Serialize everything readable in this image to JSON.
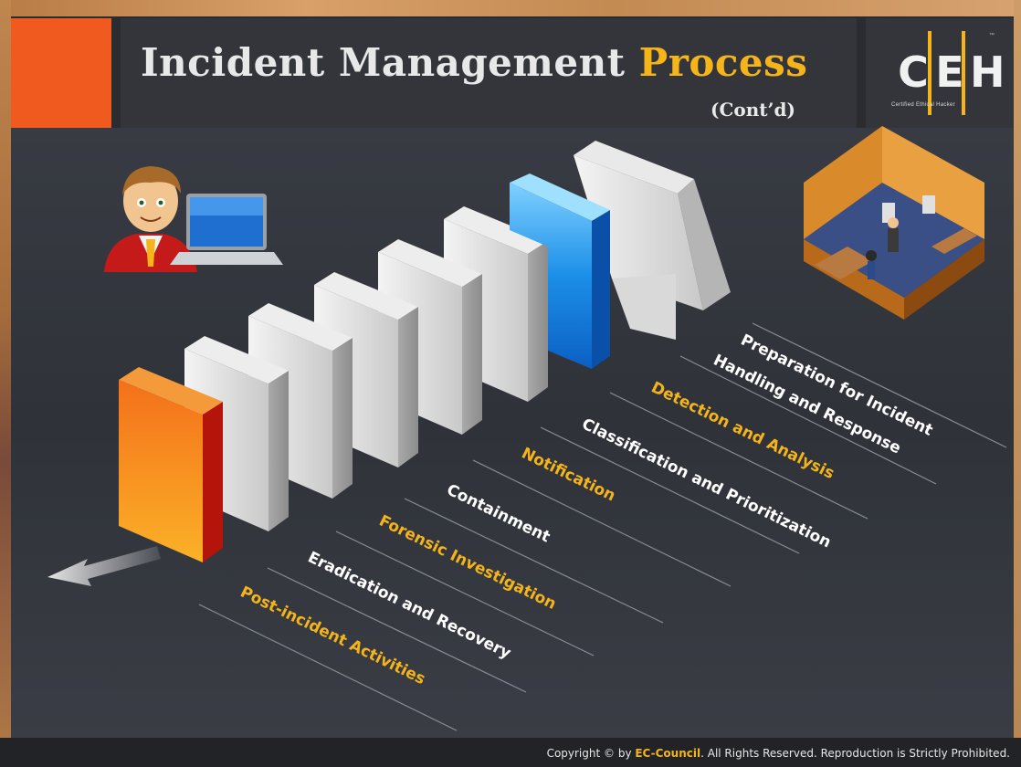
{
  "slide": {
    "title_main": "Incident Management ",
    "title_accent": "Process",
    "subtitle": "(Cont’d)"
  },
  "logo": {
    "letters": [
      "C",
      "E",
      "H"
    ],
    "tagline": "Certified   Ethical   Hacker",
    "trademark": "™"
  },
  "stages": [
    {
      "label": "Preparation for Incident",
      "color": "#ffffff"
    },
    {
      "label": "Handling and Response",
      "color": "#ffffff"
    },
    {
      "label": "Detection and Analysis",
      "color": "#f4b41a"
    },
    {
      "label": "Classification and Prioritization",
      "color": "#ffffff"
    },
    {
      "label": "Notification",
      "color": "#f4b41a"
    },
    {
      "label": "Containment",
      "color": "#ffffff"
    },
    {
      "label": "Forensic Investigation",
      "color": "#f4b41a"
    },
    {
      "label": "Eradication and Recovery",
      "color": "#ffffff"
    },
    {
      "label": "Post-incident Activities",
      "color": "#f4b41a"
    }
  ],
  "colors": {
    "accent_orange": "#f15a1e",
    "accent_gold": "#f4b41a",
    "highlight_blue": "#1e90ff"
  },
  "footer": {
    "prefix": "Copyright © by ",
    "brand": "EC-Council",
    "suffix": ". All Rights Reserved. Reproduction is Strictly Prohibited."
  }
}
